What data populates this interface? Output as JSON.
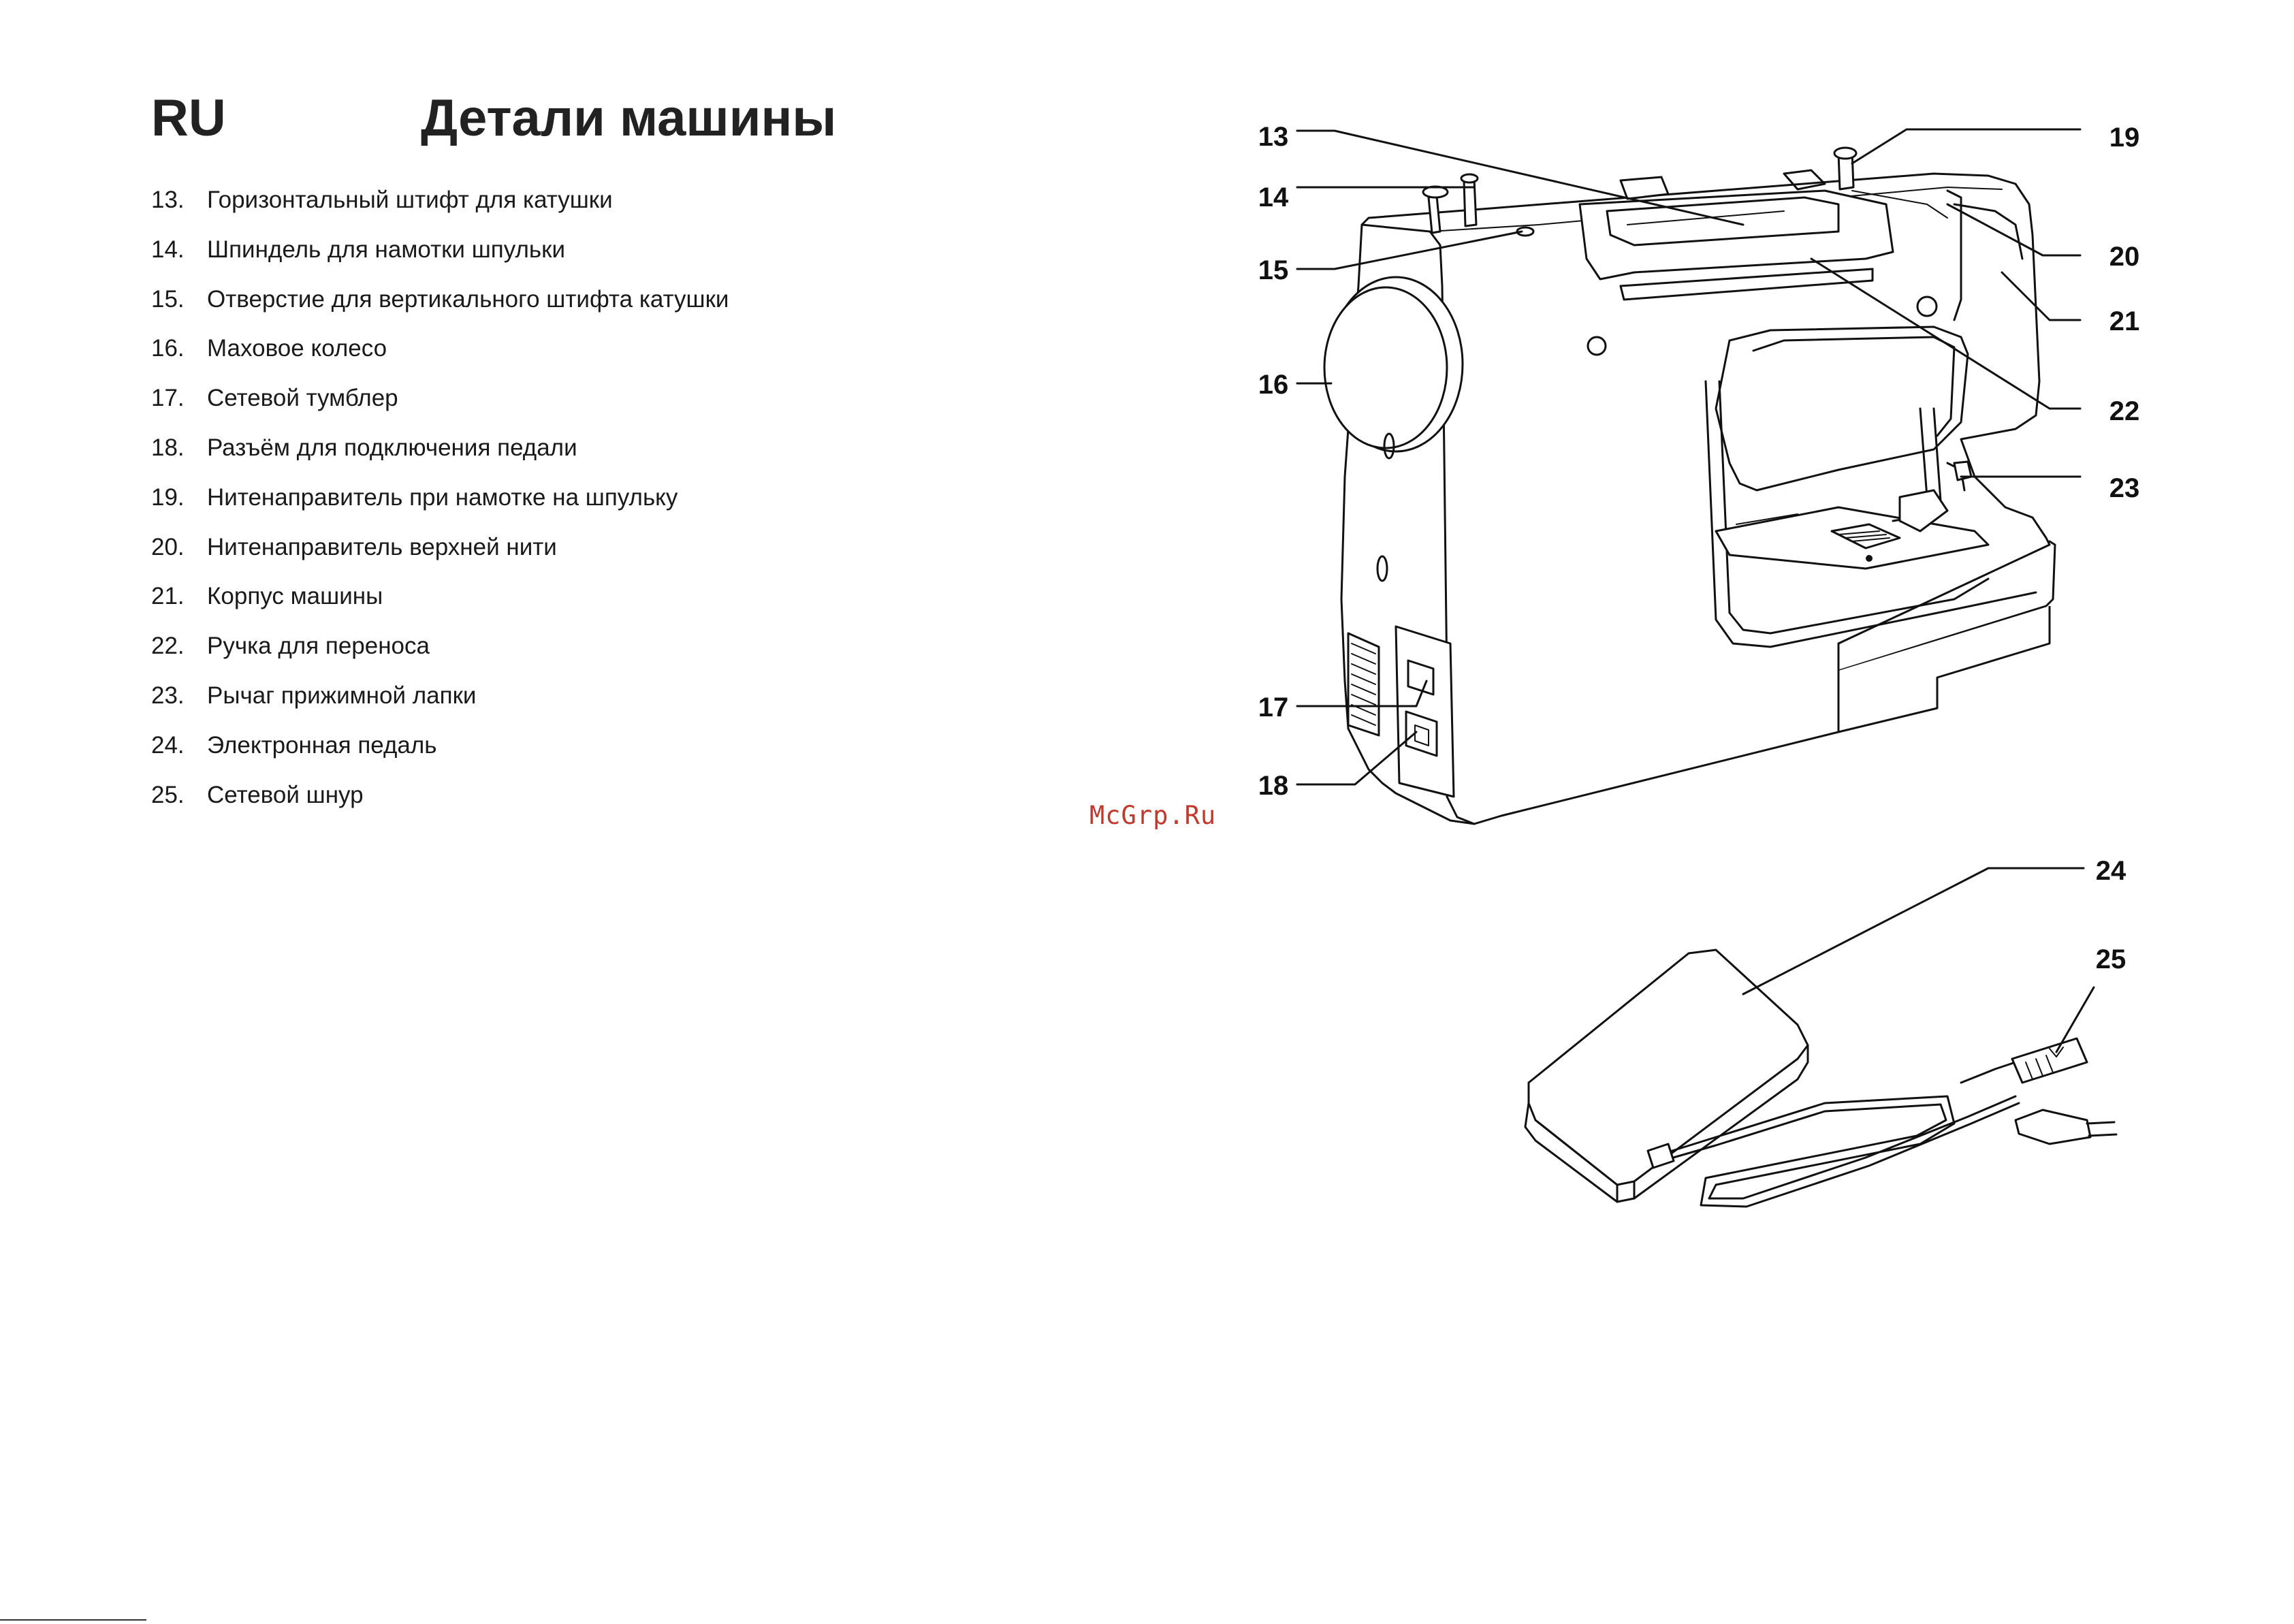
{
  "header": {
    "lang": "RU",
    "title": "Детали машины"
  },
  "parts": [
    {
      "num": "13.",
      "text": "Горизонтальный штифт для катушки"
    },
    {
      "num": "14.",
      "text": "Шпиндель для намотки шпульки"
    },
    {
      "num": "15.",
      "text": "Отверстие для вертикального штифта катушки"
    },
    {
      "num": "16.",
      "text": "Маховое колесо"
    },
    {
      "num": "17.",
      "text": "Сетевой тумблер"
    },
    {
      "num": "18.",
      "text": "Разъём для подключения педали"
    },
    {
      "num": "19.",
      "text": "Нитенаправитель при намотке на шпульку"
    },
    {
      "num": "20.",
      "text": "Нитенаправитель верхней нити"
    },
    {
      "num": "21.",
      "text": "Корпус машины"
    },
    {
      "num": "22.",
      "text": "Ручка для переноса"
    },
    {
      "num": "23.",
      "text": "Рычаг прижимной лапки"
    },
    {
      "num": "24.",
      "text": "Электронная педаль"
    },
    {
      "num": "25.",
      "text": "Сетевой шнур"
    }
  ],
  "callouts": {
    "c13": "13",
    "c14": "14",
    "c15": "15",
    "c16": "16",
    "c17": "17",
    "c18": "18",
    "c19": "19",
    "c20": "20",
    "c21": "21",
    "c22": "22",
    "c23": "23",
    "c24": "24",
    "c25": "25"
  },
  "watermark": "McGrp.Ru"
}
